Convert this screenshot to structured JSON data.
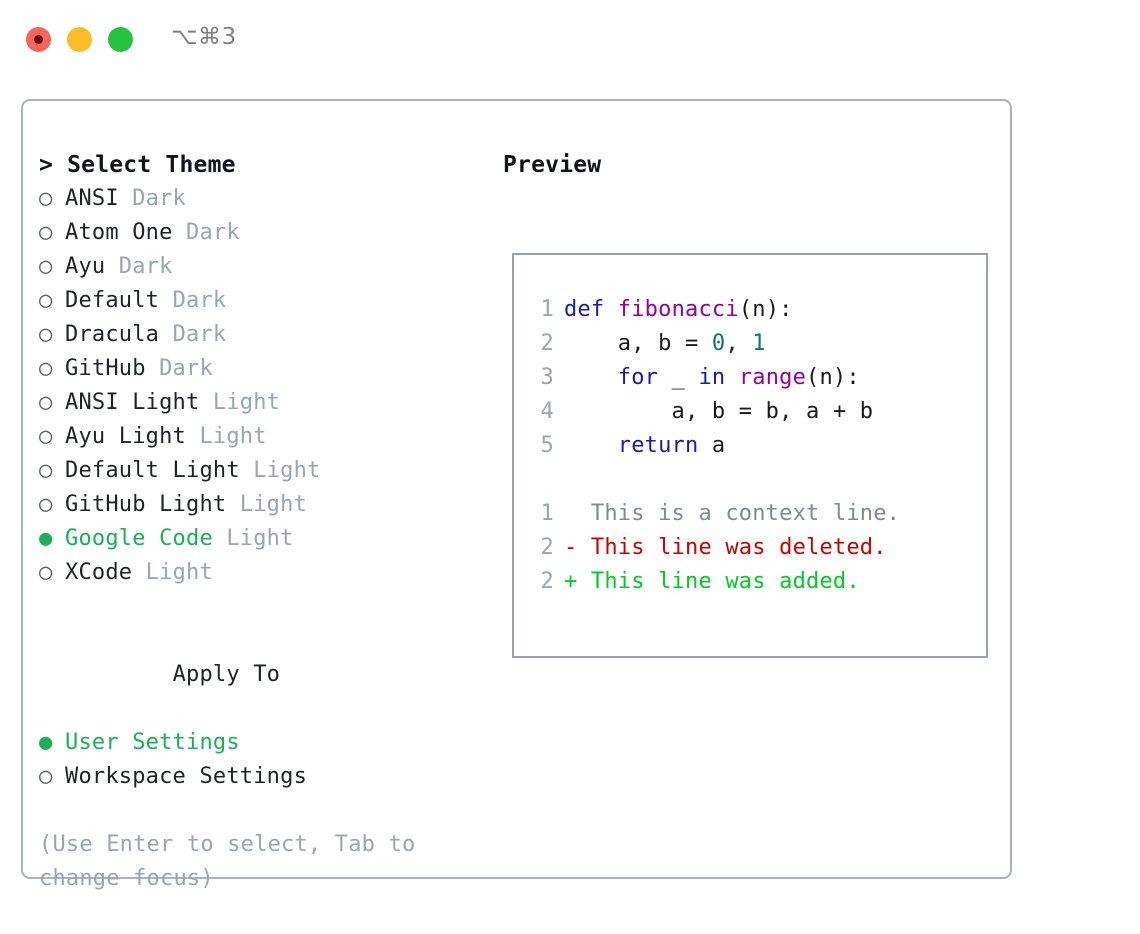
{
  "titlebar": {
    "shortcut": "⌥⌘3",
    "buttons": [
      {
        "name": "close",
        "color": "#f9655e"
      },
      {
        "name": "minimize",
        "color": "#fcbc2b"
      },
      {
        "name": "maximize",
        "color": "#25c33e"
      }
    ]
  },
  "colors": {
    "selected_green": "#19b153",
    "muted": "#9aa5b4",
    "text": "#1f2328",
    "border": "#a9b3c0",
    "diff_added": "#00cc22",
    "diff_deleted": "#cc0000",
    "keyword": "#1a1ab3",
    "function": "#990099",
    "number": "#0b7575"
  },
  "theme_list": {
    "header": "> Select Theme",
    "bullet_unselected": "○",
    "bullet_selected": "●",
    "items": [
      {
        "name": "ANSI",
        "suffix": "Dark",
        "selected": false
      },
      {
        "name": "Atom One",
        "suffix": "Dark",
        "selected": false
      },
      {
        "name": "Ayu",
        "suffix": "Dark",
        "selected": false
      },
      {
        "name": "Default",
        "suffix": "Dark",
        "selected": false
      },
      {
        "name": "Dracula",
        "suffix": "Dark",
        "selected": false
      },
      {
        "name": "GitHub",
        "suffix": "Dark",
        "selected": false
      },
      {
        "name": "ANSI Light",
        "suffix": "Light",
        "selected": false
      },
      {
        "name": "Ayu Light",
        "suffix": "Light",
        "selected": false
      },
      {
        "name": "Default Light",
        "suffix": "Light",
        "selected": false
      },
      {
        "name": "GitHub Light",
        "suffix": "Light",
        "selected": false
      },
      {
        "name": "Google Code",
        "suffix": "Light",
        "selected": true
      },
      {
        "name": "XCode",
        "suffix": "Light",
        "selected": false
      }
    ]
  },
  "apply_to": {
    "header": "Apply To",
    "items": [
      {
        "name": "User Settings",
        "selected": true
      },
      {
        "name": "Workspace Settings",
        "selected": false
      }
    ]
  },
  "hint": "(Use Enter to select, Tab to change focus)",
  "preview": {
    "title": "Preview",
    "code_lines": [
      {
        "n": "1",
        "tokens": [
          {
            "t": "def",
            "c": "kw"
          },
          {
            "t": " ",
            "c": "pl"
          },
          {
            "t": "fibonacci",
            "c": "fn"
          },
          {
            "t": "(n):",
            "c": "pl"
          }
        ]
      },
      {
        "n": "2",
        "tokens": [
          {
            "t": "    a, b = ",
            "c": "pl"
          },
          {
            "t": "0",
            "c": "num"
          },
          {
            "t": ", ",
            "c": "pl"
          },
          {
            "t": "1",
            "c": "num"
          }
        ]
      },
      {
        "n": "3",
        "tokens": [
          {
            "t": "    ",
            "c": "pl"
          },
          {
            "t": "for",
            "c": "kw"
          },
          {
            "t": " _ ",
            "c": "pl"
          },
          {
            "t": "in",
            "c": "kw"
          },
          {
            "t": " ",
            "c": "pl"
          },
          {
            "t": "range",
            "c": "fn"
          },
          {
            "t": "(n):",
            "c": "pl"
          }
        ]
      },
      {
        "n": "4",
        "tokens": [
          {
            "t": "        a, b = b, a + b",
            "c": "pl"
          }
        ]
      },
      {
        "n": "5",
        "tokens": [
          {
            "t": "    ",
            "c": "pl"
          },
          {
            "t": "return",
            "c": "kw"
          },
          {
            "t": " a",
            "c": "pl"
          }
        ]
      }
    ],
    "diff_lines": [
      {
        "n": "1",
        "marker": " ",
        "text": " This is a context line.",
        "kind": "ctx"
      },
      {
        "n": "2",
        "marker": "-",
        "text": " This line was deleted.",
        "kind": "del"
      },
      {
        "n": "2",
        "marker": "+",
        "text": " This line was added.",
        "kind": "add"
      }
    ]
  }
}
